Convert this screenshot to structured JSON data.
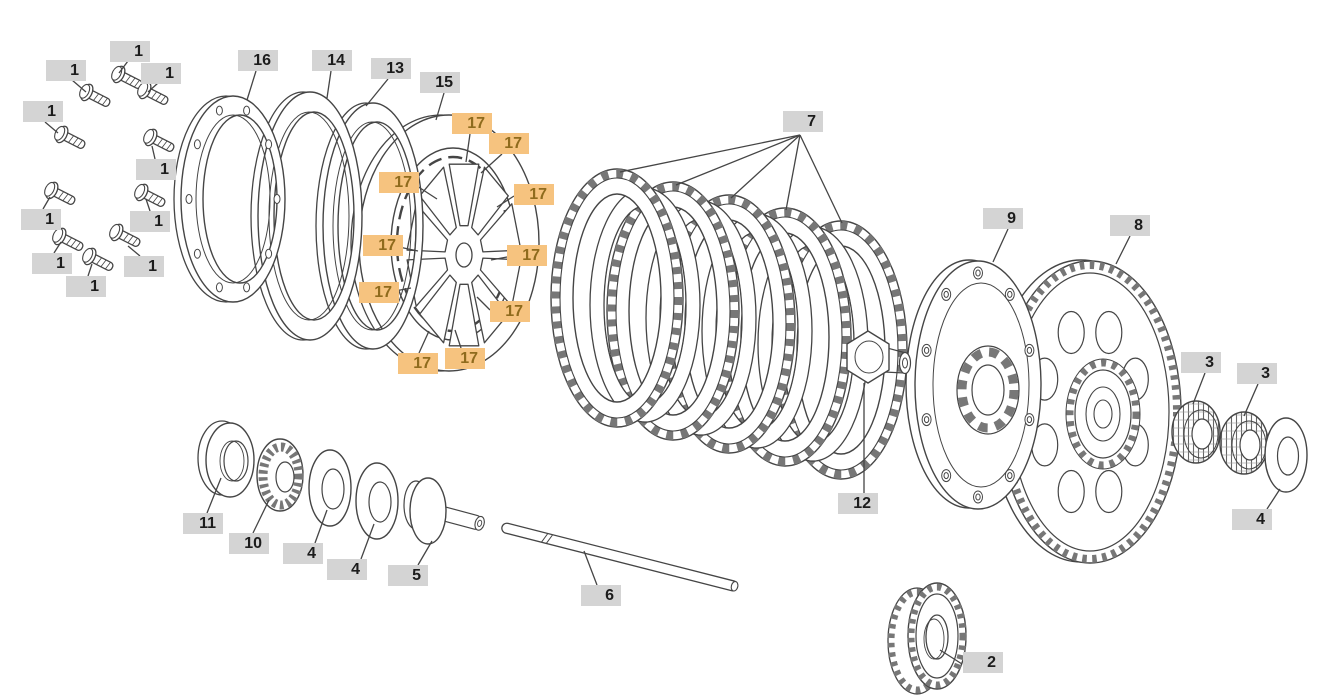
{
  "diagram": {
    "type": "exploded-parts-diagram",
    "highlighted_part_number": "17"
  },
  "colors": {
    "background": "#ffffff",
    "line_color": "#454545",
    "badge_gray_bg": "#d4d4d4",
    "badge_gray_text": "#1c1c1c",
    "badge_highlight_bg": "#f6c37f",
    "badge_highlight_text": "#8f6b1d"
  },
  "callouts": [
    {
      "text": "1",
      "highlighted": false
    },
    {
      "text": "1",
      "highlighted": false
    },
    {
      "text": "1",
      "highlighted": false
    },
    {
      "text": "1",
      "highlighted": false
    },
    {
      "text": "1",
      "highlighted": false
    },
    {
      "text": "1",
      "highlighted": false
    },
    {
      "text": "1",
      "highlighted": false
    },
    {
      "text": "1",
      "highlighted": false
    },
    {
      "text": "1",
      "highlighted": false
    },
    {
      "text": "1",
      "highlighted": false
    },
    {
      "text": "16",
      "highlighted": false
    },
    {
      "text": "14",
      "highlighted": false
    },
    {
      "text": "13",
      "highlighted": false
    },
    {
      "text": "15",
      "highlighted": false
    },
    {
      "text": "7",
      "highlighted": false
    },
    {
      "text": "9",
      "highlighted": false
    },
    {
      "text": "8",
      "highlighted": false
    },
    {
      "text": "3",
      "highlighted": false
    },
    {
      "text": "3",
      "highlighted": false
    },
    {
      "text": "4",
      "highlighted": false
    },
    {
      "text": "12",
      "highlighted": false
    },
    {
      "text": "2",
      "highlighted": false
    },
    {
      "text": "11",
      "highlighted": false
    },
    {
      "text": "10",
      "highlighted": false
    },
    {
      "text": "4",
      "highlighted": false
    },
    {
      "text": "4",
      "highlighted": false
    },
    {
      "text": "5",
      "highlighted": false
    },
    {
      "text": "6",
      "highlighted": false
    },
    {
      "text": "17",
      "highlighted": true
    },
    {
      "text": "17",
      "highlighted": true
    },
    {
      "text": "17",
      "highlighted": true
    },
    {
      "text": "17",
      "highlighted": true
    },
    {
      "text": "17",
      "highlighted": true
    },
    {
      "text": "17",
      "highlighted": true
    },
    {
      "text": "17",
      "highlighted": true
    },
    {
      "text": "17",
      "highlighted": true
    },
    {
      "text": "17",
      "highlighted": true
    },
    {
      "text": "17",
      "highlighted": true
    }
  ]
}
